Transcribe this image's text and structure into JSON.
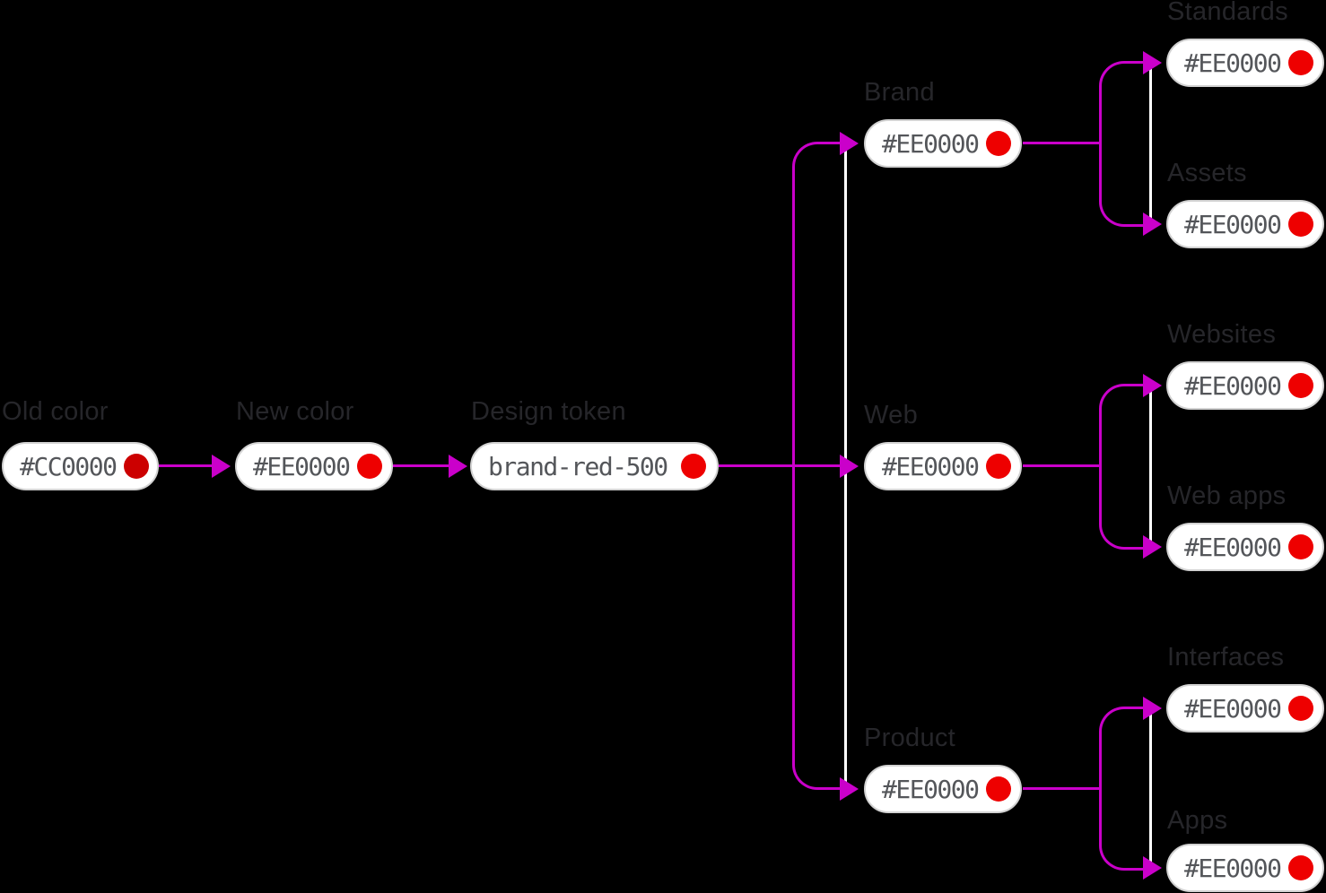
{
  "diagram": {
    "source": {
      "old": {
        "label": "Old color",
        "value": "#CC0000",
        "swatch": "#CC0000"
      },
      "new": {
        "label": "New color",
        "value": "#EE0000",
        "swatch": "#EE0000"
      },
      "token": {
        "label": "Design token",
        "value": "brand-red-500",
        "swatch": "#EE0000"
      }
    },
    "channels": {
      "brand": {
        "label": "Brand",
        "value": "#EE0000",
        "swatch": "#EE0000"
      },
      "web": {
        "label": "Web",
        "value": "#EE0000",
        "swatch": "#EE0000"
      },
      "product": {
        "label": "Product",
        "value": "#EE0000",
        "swatch": "#EE0000"
      }
    },
    "outputs": {
      "standards": {
        "label": "Standards",
        "value": "#EE0000",
        "swatch": "#EE0000",
        "parent": "Brand"
      },
      "assets": {
        "label": "Assets",
        "value": "#EE0000",
        "swatch": "#EE0000",
        "parent": "Brand"
      },
      "websites": {
        "label": "Websites",
        "value": "#EE0000",
        "swatch": "#EE0000",
        "parent": "Web"
      },
      "web_apps": {
        "label": "Web apps",
        "value": "#EE0000",
        "swatch": "#EE0000",
        "parent": "Web"
      },
      "interfaces": {
        "label": "Interfaces",
        "value": "#EE0000",
        "swatch": "#EE0000",
        "parent": "Product"
      },
      "apps": {
        "label": "Apps",
        "value": "#EE0000",
        "swatch": "#EE0000",
        "parent": "Product"
      }
    },
    "colors": {
      "background": "#000000",
      "connector_magenta": "#CA00CA",
      "connector_white": "#FFFFFF",
      "pill_background": "#FFFFFF",
      "pill_border": "#D2D2D2",
      "pill_text": "#54565A",
      "label_text": "#26262A",
      "swatch_old_red": "#CC0000",
      "swatch_new_red": "#EE0000"
    }
  }
}
